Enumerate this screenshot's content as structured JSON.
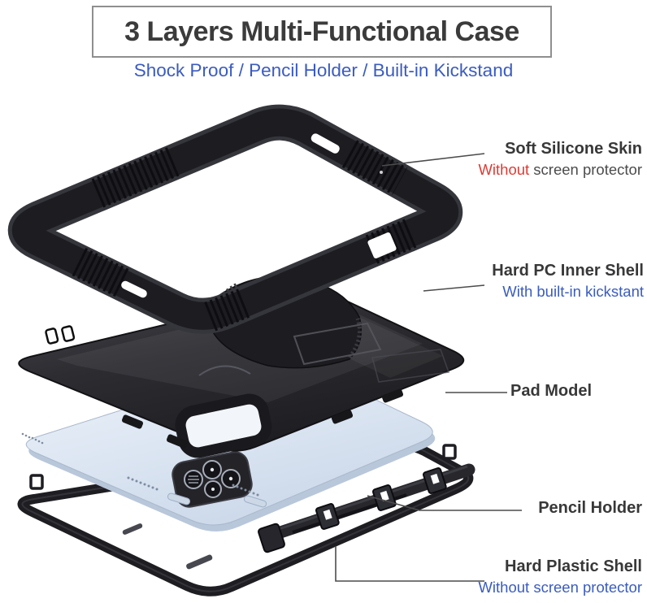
{
  "header": {
    "title": "3 Layers Multi-Functional Case",
    "subtitle": "Shock Proof / Pencil Holder / Built-in Kickstand"
  },
  "callouts": [
    {
      "id": "soft-silicone-skin",
      "title": "Soft Silicone Skin",
      "sub_highlight": "Without",
      "sub_rest": " screen protector"
    },
    {
      "id": "hard-pc-inner-shell",
      "title": "Hard PC Inner Shell",
      "subtitle": "With built-in kickstant"
    },
    {
      "id": "pad-model",
      "title": "Pad Model"
    },
    {
      "id": "pencil-holder",
      "title": "Pencil Holder"
    },
    {
      "id": "hard-plastic-shell",
      "title": "Hard Plastic Shell",
      "subtitle": "Without screen protector"
    }
  ],
  "colors": {
    "accent_blue": "#3a5bc2",
    "accent_red": "#e03a33",
    "label_dark": "#383838",
    "case_black": "#1c1c20",
    "tablet_blue": "#d9e4f2",
    "leader_line": "#4c4c4c",
    "title_border": "#8f8f8f"
  }
}
